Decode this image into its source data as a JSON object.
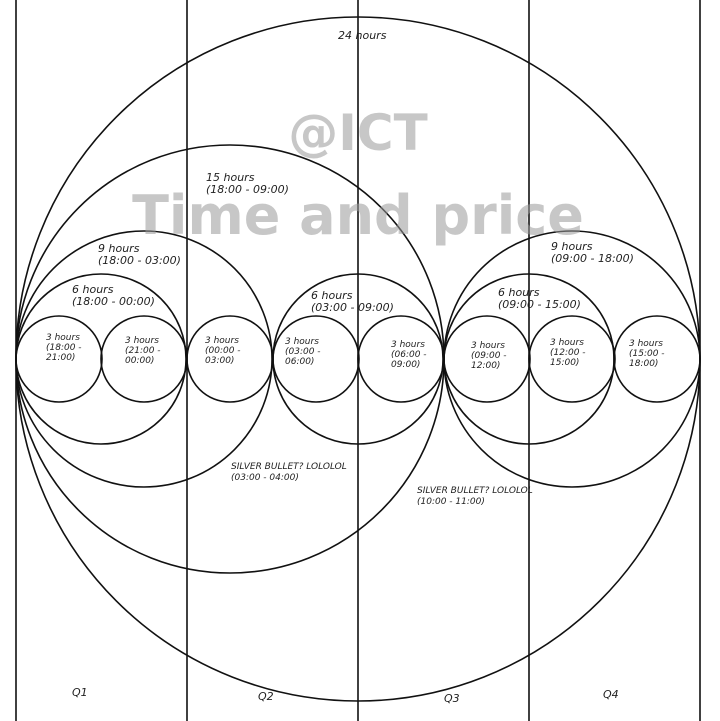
{
  "watermark": {
    "handle": "@ICT",
    "title": "Time and price"
  },
  "quarters": [
    "Q1",
    "Q2",
    "Q3",
    "Q4"
  ],
  "cycles": [
    {
      "id": "24h",
      "lines": [
        "24 hours"
      ]
    },
    {
      "id": "15h",
      "lines": [
        "15 hours",
        "(18:00 - 09:00)"
      ]
    },
    {
      "id": "9h-a",
      "lines": [
        "9 hours",
        "(18:00 - 03:00)"
      ]
    },
    {
      "id": "6h-a",
      "lines": [
        "6 hours",
        "(18:00 - 00:00)"
      ]
    },
    {
      "id": "6h-b",
      "lines": [
        "6 hours",
        "(03:00 - 09:00)"
      ]
    },
    {
      "id": "9h-b",
      "lines": [
        "9 hours",
        "(09:00 - 18:00)"
      ]
    },
    {
      "id": "6h-c",
      "lines": [
        "6 hours",
        "(09:00 - 15:00)"
      ]
    },
    {
      "id": "3h-1",
      "lines": [
        "3 hours",
        "(18:00 -",
        "21:00)"
      ]
    },
    {
      "id": "3h-2",
      "lines": [
        "3 hours",
        "(21:00 -",
        "00:00)"
      ]
    },
    {
      "id": "3h-3",
      "lines": [
        "3 hours",
        "(00:00 -",
        "03:00)"
      ]
    },
    {
      "id": "3h-4",
      "lines": [
        "3 hours",
        "(03:00 -",
        "06:00)"
      ]
    },
    {
      "id": "3h-5",
      "lines": [
        "3 hours",
        "(06:00 -",
        "09:00)"
      ]
    },
    {
      "id": "3h-6",
      "lines": [
        "3 hours",
        "(09:00 -",
        "12:00)"
      ]
    },
    {
      "id": "3h-7",
      "lines": [
        "3 hours",
        "(12:00 -",
        "15:00)"
      ]
    },
    {
      "id": "3h-8",
      "lines": [
        "3 hours",
        "(15:00 -",
        "18:00)"
      ]
    }
  ],
  "annotations": [
    {
      "id": "silver-bullet-1",
      "lines": [
        "SILVER BULLET? LOLOLOL",
        "(03:00 - 04:00)"
      ]
    },
    {
      "id": "silver-bullet-2",
      "lines": [
        "SILVER BULLET? LOLOLOL",
        "(10:00 - 11:00)"
      ]
    }
  ]
}
